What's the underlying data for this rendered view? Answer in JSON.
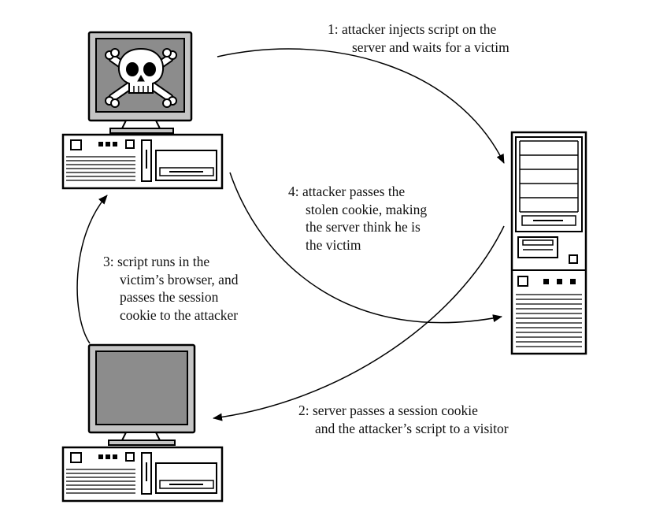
{
  "colors": {
    "outline": "#000000",
    "case_fill": "#ffffff",
    "screen_fill": "#8c8c8c",
    "bezel_fill": "#c4c4c4",
    "text": "#111111"
  },
  "nodes": {
    "attacker_pc": {
      "icon": "skull-crossbones-icon"
    },
    "server": {
      "icon": "server-tower-icon"
    },
    "victim_pc": {
      "icon": "desktop-computer-icon"
    }
  },
  "steps": [
    {
      "lines": [
        "1:  attacker injects script on the",
        "server and waits for a victim"
      ]
    },
    {
      "lines": [
        "2: server passes a session cookie",
        "and the attacker’s script to a visitor"
      ]
    },
    {
      "lines": [
        "3: script runs in the",
        "victim’s browser, and",
        "passes the session",
        "cookie to the attacker"
      ]
    },
    {
      "lines": [
        "4: attacker passes the",
        "stolen cookie, making",
        "the server think he is",
        "the victim"
      ]
    }
  ]
}
